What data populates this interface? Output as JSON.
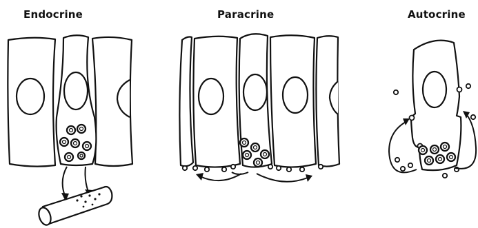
{
  "labels": {
    "endocrine": "Endocrine",
    "paracrine": "Paracrine",
    "autocrine": "Autocrine"
  }
}
